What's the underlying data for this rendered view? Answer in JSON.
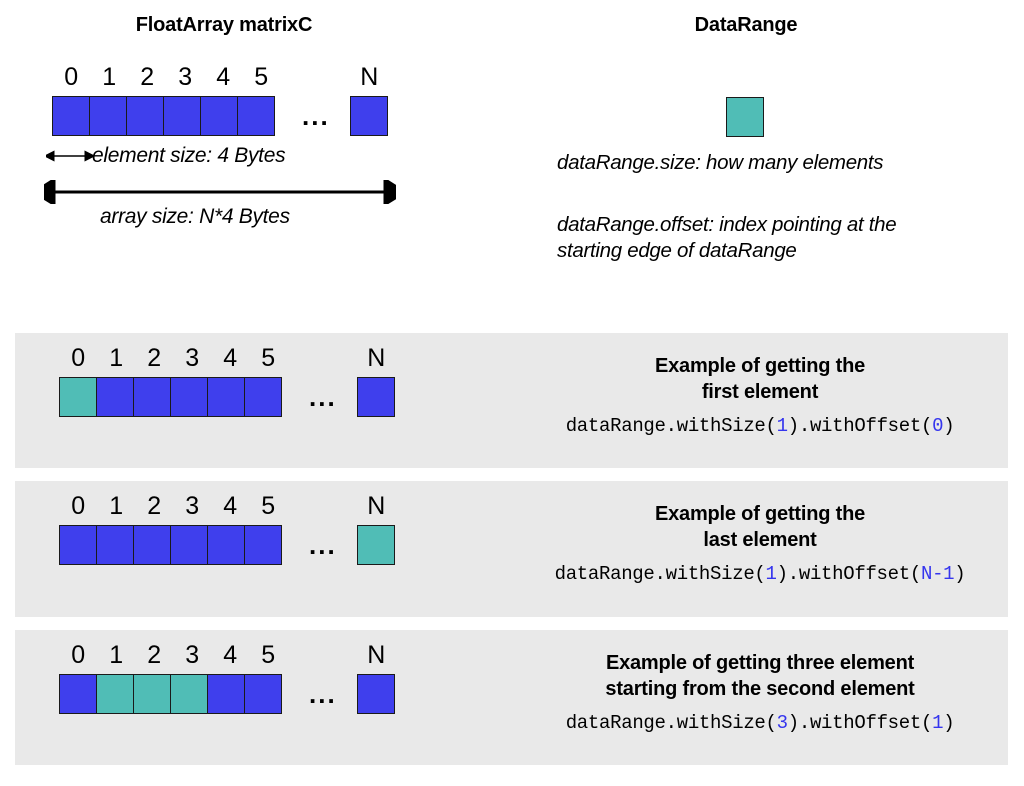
{
  "top": {
    "left_title": "FloatArray matrixC",
    "right_title": "DataRange",
    "array": {
      "index_labels": [
        "0",
        "1",
        "2",
        "3",
        "4",
        "5"
      ],
      "tail_label": "N",
      "ellipsis": "...",
      "cell_colors": [
        "blue",
        "blue",
        "blue",
        "blue",
        "blue",
        "blue"
      ],
      "tail_cell_color": "blue"
    },
    "element_size_label": "element size: 4 Bytes",
    "array_size_label": "array size: N*4 Bytes",
    "datarange_swatch_color": "teal",
    "size_desc": "dataRange.size: how many elements",
    "offset_desc_line1": "dataRange.offset: index pointing at the",
    "offset_desc_line2": "starting edge of dataRange"
  },
  "panels": [
    {
      "array": {
        "index_labels": [
          "0",
          "1",
          "2",
          "3",
          "4",
          "5"
        ],
        "tail_label": "N",
        "ellipsis": "...",
        "cell_colors": [
          "teal",
          "blue",
          "blue",
          "blue",
          "blue",
          "blue"
        ],
        "tail_cell_color": "blue"
      },
      "caption_line1": "Example of getting the",
      "caption_line2": "first element",
      "code_prefix": "dataRange.withSize(",
      "code_size": "1",
      "code_middle": ").withOffset(",
      "code_offset": "0",
      "code_suffix": ")"
    },
    {
      "array": {
        "index_labels": [
          "0",
          "1",
          "2",
          "3",
          "4",
          "5"
        ],
        "tail_label": "N",
        "ellipsis": "...",
        "cell_colors": [
          "blue",
          "blue",
          "blue",
          "blue",
          "blue",
          "blue"
        ],
        "tail_cell_color": "teal"
      },
      "caption_line1": "Example of getting the",
      "caption_line2": "last element",
      "code_prefix": "dataRange.withSize(",
      "code_size": "1",
      "code_middle": ").withOffset(",
      "code_offset": "N-1",
      "code_suffix": ")"
    },
    {
      "array": {
        "index_labels": [
          "0",
          "1",
          "2",
          "3",
          "4",
          "5"
        ],
        "tail_label": "N",
        "ellipsis": "...",
        "cell_colors": [
          "blue",
          "teal",
          "teal",
          "teal",
          "blue",
          "blue"
        ],
        "tail_cell_color": "blue"
      },
      "caption_line1": "Example of getting three element",
      "caption_line2": "starting from the second element",
      "code_prefix": "dataRange.withSize(",
      "code_size": "3",
      "code_middle": ").withOffset(",
      "code_offset": "1",
      "code_suffix": ")"
    }
  ],
  "colors": {
    "blue": "#3f3fed",
    "teal": "#50bdb6",
    "panel_bg": "#e9e9e9",
    "code_accent": "#3535ee",
    "outline": "#1a1a1a"
  }
}
